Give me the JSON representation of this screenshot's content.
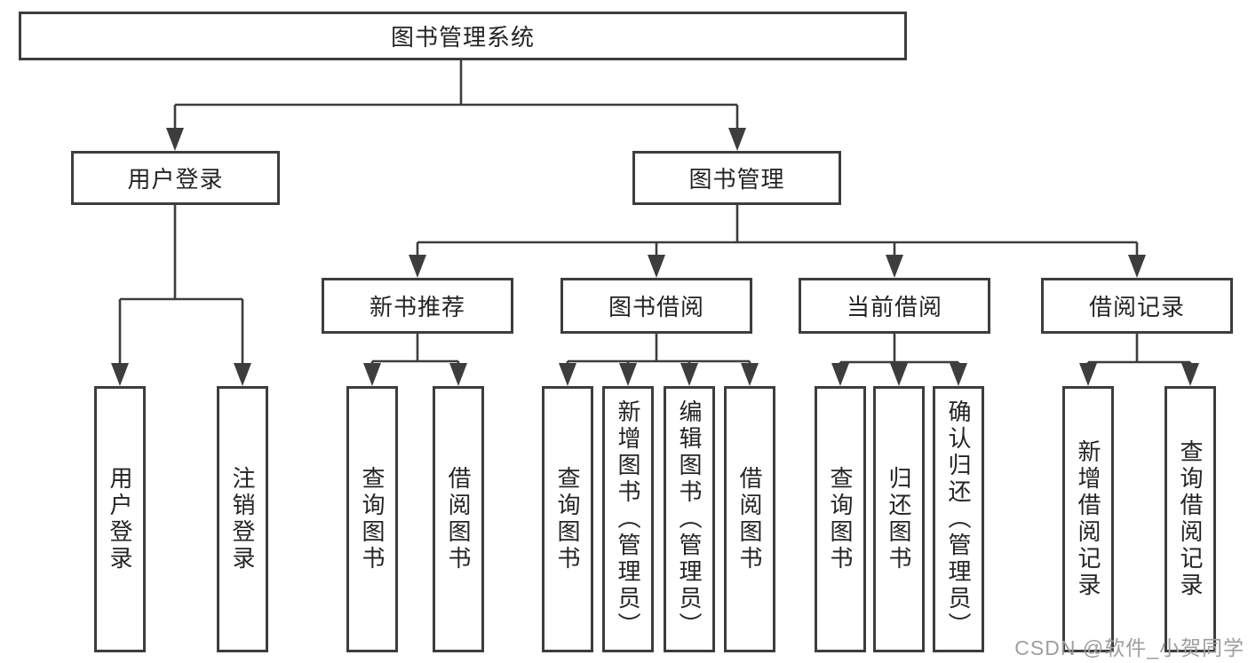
{
  "diagram": {
    "root": {
      "label": "图书管理系统",
      "children": [
        {
          "label": "用户登录",
          "children": [
            {
              "label": "用户登录"
            },
            {
              "label": "注销登录"
            }
          ]
        },
        {
          "label": "图书管理",
          "children": [
            {
              "label": "新书推荐",
              "children": [
                {
                  "label": "查询图书"
                },
                {
                  "label": "借阅图书"
                }
              ]
            },
            {
              "label": "图书借阅",
              "children": [
                {
                  "label": "查询图书"
                },
                {
                  "label": "新增图书（管理员）"
                },
                {
                  "label": "编辑图书（管理员）"
                },
                {
                  "label": "借阅图书"
                }
              ]
            },
            {
              "label": "当前借阅",
              "children": [
                {
                  "label": "查询图书"
                },
                {
                  "label": "归还图书"
                },
                {
                  "label": "确认归还（管理员）"
                }
              ]
            },
            {
              "label": "借阅记录",
              "children": [
                {
                  "label": "新增借阅记录"
                },
                {
                  "label": "查询借阅记录"
                }
              ]
            }
          ]
        }
      ]
    }
  },
  "watermark": {
    "text": "CSDN @软件_小贺同学"
  },
  "colors": {
    "line": "#3d3d3d",
    "text": "#242424",
    "background": "#ffffff",
    "watermark": "#9e9e9e"
  }
}
